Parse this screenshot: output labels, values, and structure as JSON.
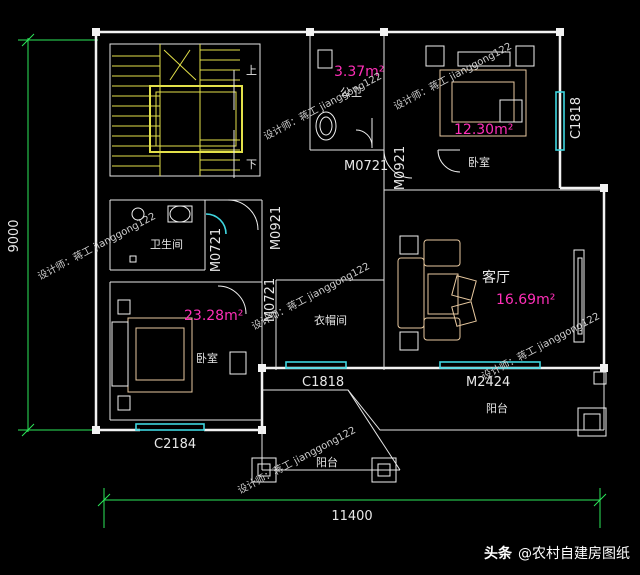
{
  "plan": {
    "rooms": {
      "toilet_top": {
        "label": "公卫",
        "area": "3.37m²"
      },
      "bedroom_top": {
        "label": "卧室",
        "area": "12.30m²"
      },
      "bathroom": {
        "label": "卫生间"
      },
      "bedroom_left": {
        "label": "卧室",
        "area": "23.28m²"
      },
      "closet": {
        "label": "衣帽间"
      },
      "living": {
        "label": "客厅",
        "area": "16.69m²"
      },
      "balcony_right": {
        "label": "阳台"
      },
      "balcony_front": {
        "label": "阳台"
      }
    },
    "stair": {
      "up": "上",
      "down": "下"
    },
    "codes": {
      "c1818_right": "C1818",
      "m0721_top": "M0721",
      "m0921_top": "M0921",
      "m0721_left": "M0721",
      "m0921_left": "M0921",
      "m0721_closet": "M0721",
      "c1818_bottom": "C1818",
      "m2424": "M2424",
      "c2184": "C2184"
    },
    "dimensions": {
      "height": "9000",
      "width": "11400"
    },
    "watermarks": [
      "设计师：蒋工 jianggong122",
      "设计师：蒋工 jianggong122",
      "设计师：蒋工 jianggong122",
      "设计师：蒋工 jianggong122",
      "设计师：蒋工 jianggong122",
      "设计师：蒋工 jianggong122"
    ]
  },
  "footer": {
    "brand": "头条",
    "account": "@农村自建房图纸"
  },
  "colors": {
    "wall": "#f2f2f2",
    "area": "#ff2fb8",
    "stair": "#e3e14a",
    "dimension": "#2be85a",
    "window": "#3fd6e0"
  }
}
